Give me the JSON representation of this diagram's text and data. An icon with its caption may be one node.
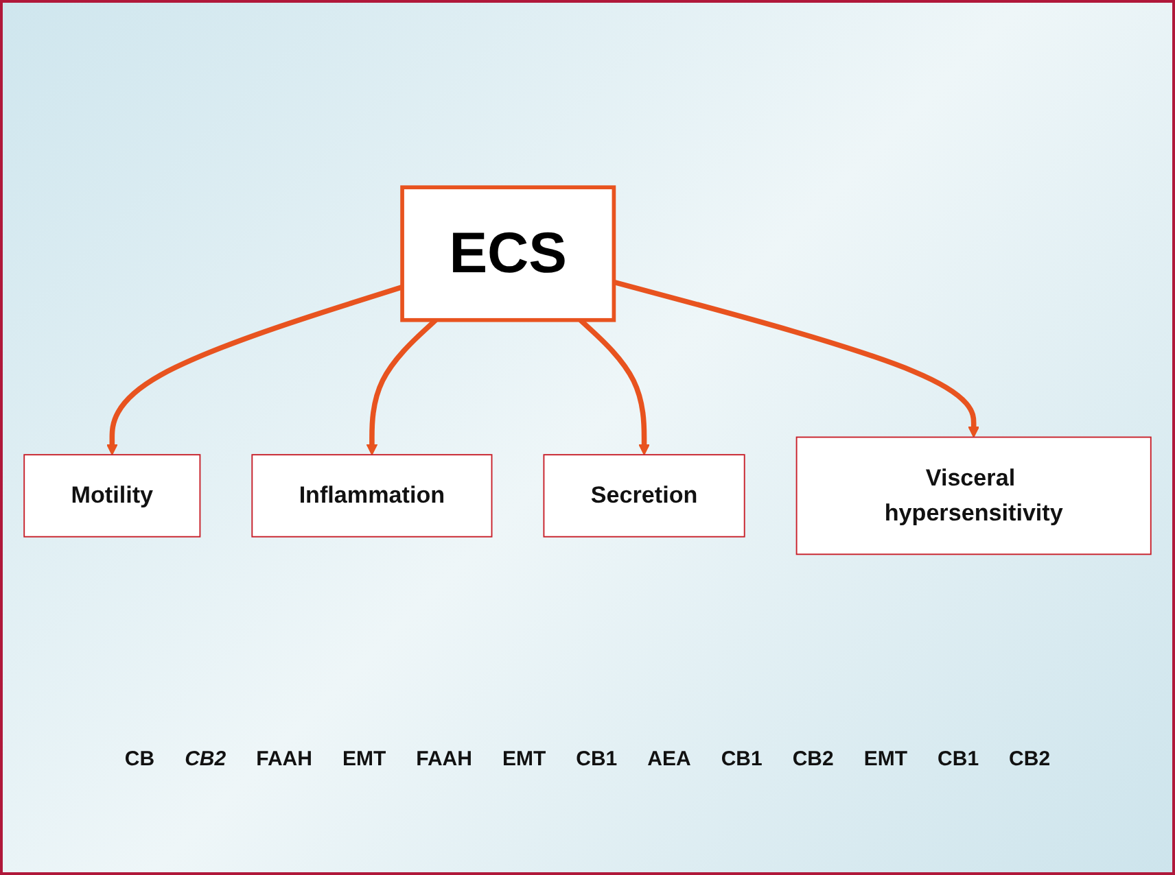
{
  "diagram": {
    "nodes": [
      {
        "text": [
          "ECS"
        ]
      },
      {
        "text": [
          "Motility"
        ]
      },
      {
        "text": [
          "Inflammation"
        ]
      },
      {
        "text": [
          "Secretion"
        ]
      },
      {
        "text": [
          "Visceral hypersensitivity"
        ]
      }
    ],
    "edges": [
      {
        "from": 0,
        "to": 1,
        "arrow": "to"
      },
      {
        "from": 0,
        "to": 2,
        "arrow": "to"
      },
      {
        "from": 0,
        "to": 3,
        "arrow": "to"
      },
      {
        "from": 0,
        "to": 4,
        "arrow": "to"
      }
    ],
    "labels": [
      "CB",
      "CB2",
      "FAAH",
      "EMT",
      "FAAH",
      "EMT",
      "CB1",
      "AEA",
      "CB1",
      "CB2",
      "EMT",
      "CB1",
      "CB2"
    ]
  }
}
